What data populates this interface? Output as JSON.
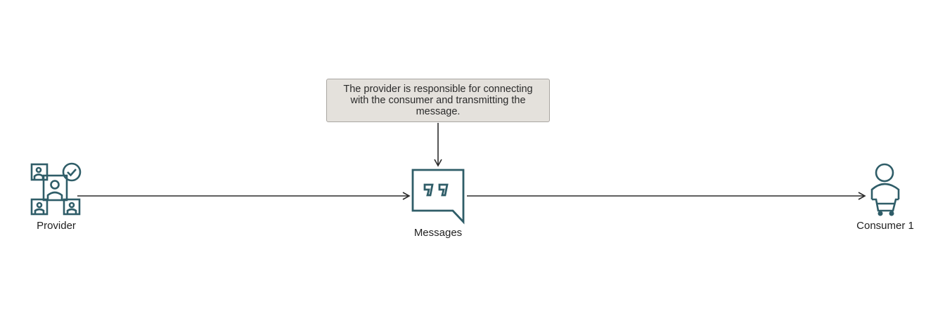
{
  "nodes": {
    "provider": {
      "label": "Provider"
    },
    "messages": {
      "label": "Messages"
    },
    "consumer": {
      "label": "Consumer 1"
    }
  },
  "callout": {
    "text": "The provider is responsible for connecting with the consumer and transmitting the message."
  },
  "colors": {
    "icon": "#2f5d68",
    "arrow": "#2b2b2b",
    "callout_fill": "#e4e1dc",
    "callout_border": "#a9a6a1"
  }
}
